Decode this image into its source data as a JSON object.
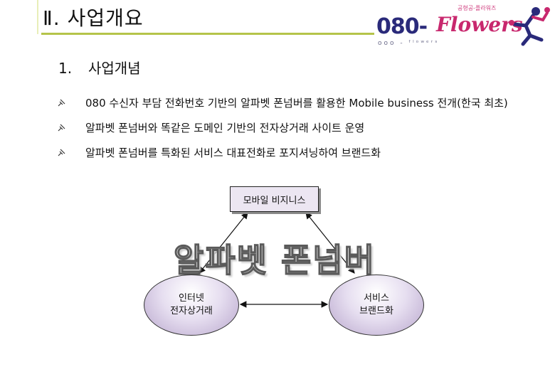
{
  "header": {
    "title": "Ⅱ. 사업개요"
  },
  "logo": {
    "number": "080-",
    "brand": "Flowers",
    "small_text": "공형공-플라워즈",
    "row_text": "ooo - ᶠˡᵒʷᵉʳˢ"
  },
  "section": {
    "number": "1.",
    "title": "사업개념"
  },
  "bullets": [
    "080 수신자 부담 전화번호 기반의 알파벳 폰넘버를 활용한 Mobile business 전개(한국 최초)",
    "알파벳 폰넘버와 똑같은 도메인 기반의 전자상거래 사이트 운영",
    "알파벳 폰넘버를 특화된 서비스 대표전화로 포지셔닝하여 브랜드화"
  ],
  "diagram": {
    "top_node": "모바일 비지니스",
    "center": "알파벳 폰넘버",
    "left_node": {
      "line1": "인터넷",
      "line2": "전자상거래"
    },
    "right_node": {
      "line1": "서비스",
      "line2": "브랜드화"
    }
  },
  "colors": {
    "accent_rule": "#b5c44a",
    "node_fill": "#ece6f2",
    "logo_pink": "#c8286e",
    "logo_navy": "#2a2a7a"
  }
}
